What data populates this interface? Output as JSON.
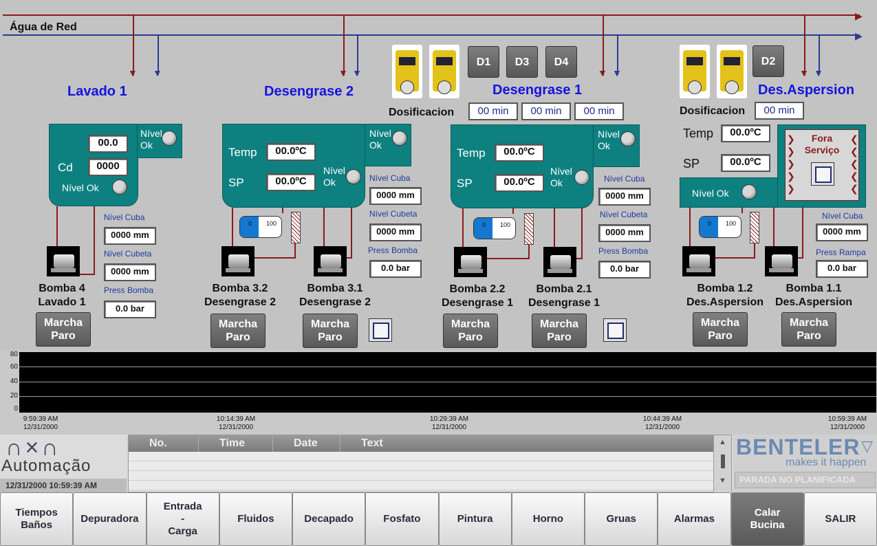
{
  "header": {
    "water_line_label": "Água de Red"
  },
  "sections": {
    "lavado1": {
      "title": "Lavado 1",
      "value": "00.0",
      "cd_label": "Cd",
      "cd_value": "0000",
      "nivel_ok_tank": "Nível Ok",
      "nivel_ok_side_1": "Nível",
      "nivel_ok_side_2": "Ok",
      "nivel_cuba_label": "Nível Cuba",
      "nivel_cuba": "0000 mm",
      "nivel_cubeta_label": "Nível Cubeta",
      "nivel_cubeta": "0000 mm",
      "press_label": "Press Bomba",
      "press": "0.0 bar",
      "pump_label_1": "Bomba 4",
      "pump_label_2": "Lavado 1",
      "btn_1": "Marcha",
      "btn_2": "Paro"
    },
    "desengrase2": {
      "title": "Desengrase 2",
      "temp_label": "Temp",
      "temp": "00.0ºC",
      "sp_label": "SP",
      "sp": "00.0ºC",
      "nivel_1": "Nível",
      "nivel_2": "Ok",
      "nivel_cuba_label": "Nível Cuba",
      "nivel_cuba": "0000 mm",
      "nivel_cubeta_label": "Nível Cubeta",
      "nivel_cubeta": "0000 mm",
      "press_label": "Press Bomba",
      "press": "0.0 bar",
      "gauge_min": "0",
      "gauge_max": "100",
      "gauge_level": 0.45,
      "pump_a_1": "Bomba 3.2",
      "pump_a_2": "Desengrase 2",
      "pump_b_1": "Bomba 3.1",
      "pump_b_2": "Desengrase 2",
      "btn_1": "Marcha",
      "btn_2": "Paro"
    },
    "desengrase1": {
      "title": "Desengrase 1",
      "dosing_label": "Dosificacion",
      "d1": "D1",
      "d3": "D3",
      "d4": "D4",
      "min1": "00 min",
      "min2": "00 min",
      "min3": "00 min",
      "temp_label": "Temp",
      "temp": "00.0ºC",
      "sp_label": "SP",
      "sp": "00.0ºC",
      "nivel_1": "Nível",
      "nivel_2": "Ok",
      "nivel_cuba_label": "Nível Cuba",
      "nivel_cuba": "0000 mm",
      "nivel_cubeta_label": "Nível Cubeta",
      "nivel_cubeta": "0000 mm",
      "press_label": "Press Bomba",
      "press": "0.0 bar",
      "gauge_min": "0",
      "gauge_max": "100",
      "gauge_level": 0.45,
      "pump_a_1": "Bomba 2.2",
      "pump_a_2": "Desengrase 1",
      "pump_b_1": "Bomba 2.1",
      "pump_b_2": "Desengrase 1",
      "btn_1": "Marcha",
      "btn_2": "Paro"
    },
    "desaspersion": {
      "title": "Des.Aspersion",
      "dosing_label": "Dosificacion",
      "d2": "D2",
      "min1": "00 min",
      "temp_label": "Temp",
      "temp": "00.0ºC",
      "sp_label": "SP",
      "sp": "00.0ºC",
      "nivel_ok": "Nível Ok",
      "fora_1": "Fora",
      "fora_2": "Serviço",
      "nivel_cuba_label": "Nível Cuba",
      "nivel_cuba": "0000 mm",
      "press_label": "Press Rampa",
      "press": "0.0 bar",
      "gauge_min": "0",
      "gauge_max": "100",
      "gauge_level": 0.45,
      "pump_a_1": "Bomba 1.2",
      "pump_a_2": "Des.Aspersion",
      "pump_b_1": "Bomba 1.1",
      "pump_b_2": "Des.Aspersion",
      "btn_1": "Marcha",
      "btn_2": "Paro"
    }
  },
  "trend": {
    "y_ticks": [
      "80",
      "60",
      "40",
      "20",
      "0"
    ],
    "x_ticks": [
      {
        "time": "9:59:39 AM",
        "date": "12/31/2000"
      },
      {
        "time": "10:14:39 AM",
        "date": "12/31/2000"
      },
      {
        "time": "10:29:39 AM",
        "date": "12/31/2000"
      },
      {
        "time": "10:44:39 AM",
        "date": "12/31/2000"
      },
      {
        "time": "10:59:39 AM",
        "date": "12/31/2000"
      }
    ]
  },
  "logo": {
    "symbol": "∩×∩",
    "name": "Automação",
    "datetime": "12/31/2000 10:59:39 AM"
  },
  "alarm": {
    "columns": [
      "No.",
      "Time",
      "Date",
      "Text"
    ]
  },
  "brand": {
    "name": "BENTELER",
    "slogan": "makes it happen",
    "status": "PARADA NO PLANIFICADA"
  },
  "nav": [
    {
      "l1": "Tiempos",
      "l2": "Baños"
    },
    {
      "l1": "Depuradora",
      "l2": ""
    },
    {
      "l1": "Entrada",
      "l2": "-",
      "l3": "Carga"
    },
    {
      "l1": "Fluidos",
      "l2": ""
    },
    {
      "l1": "Decapado",
      "l2": ""
    },
    {
      "l1": "Fosfato",
      "l2": ""
    },
    {
      "l1": "Pintura",
      "l2": ""
    },
    {
      "l1": "Horno",
      "l2": ""
    },
    {
      "l1": "Gruas",
      "l2": ""
    },
    {
      "l1": "Alarmas",
      "l2": ""
    },
    {
      "l1": "Calar",
      "l2": "Bucina"
    },
    {
      "l1": "SALIR",
      "l2": ""
    }
  ],
  "colors": {
    "tank": "#0e8080",
    "title": "#1414e0",
    "pipe_red": "#8b1a1a",
    "pipe_blue": "#2f3a8f"
  }
}
